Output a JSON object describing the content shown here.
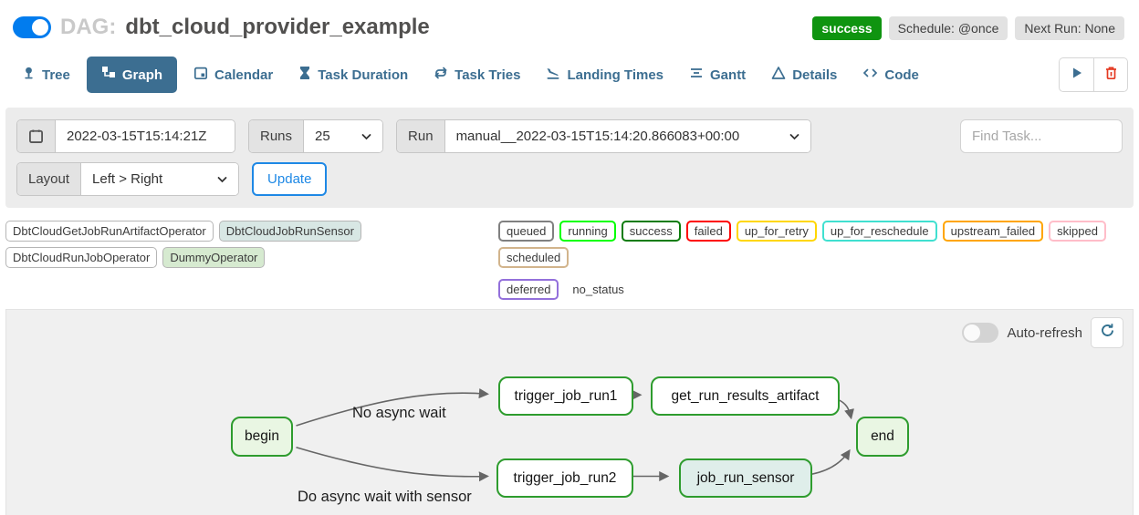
{
  "colors": {
    "accent_blue": "#017cee",
    "tab_blue": "#3c6e91",
    "update_blue": "#1e88e5",
    "success_green": "#0f9410",
    "node_border_green": "#2e9c2e",
    "trash_red": "#e43921",
    "edge_gray": "#666666",
    "canvas_bg": "#f0f0f0",
    "panel_bg": "#ececec"
  },
  "icons": [
    "dag-pause-toggle",
    "tree-icon",
    "graph-icon",
    "calendar-icon",
    "hourglass-icon",
    "repeat-icon",
    "plane-landing-icon",
    "gantt-icon",
    "details-icon",
    "code-icon",
    "play-icon",
    "trash-icon",
    "chevron-down-icon",
    "refresh-icon",
    "auto-refresh-toggle"
  ],
  "header": {
    "dag_prefix": "DAG:",
    "dag_name": "dbt_cloud_provider_example",
    "badges": {
      "status": "success",
      "schedule": "Schedule: @once",
      "next_run": "Next Run: None"
    }
  },
  "tabs": [
    {
      "label": "Tree",
      "active": false
    },
    {
      "label": "Graph",
      "active": true
    },
    {
      "label": "Calendar",
      "active": false
    },
    {
      "label": "Task Duration",
      "active": false
    },
    {
      "label": "Task Tries",
      "active": false
    },
    {
      "label": "Landing Times",
      "active": false
    },
    {
      "label": "Gantt",
      "active": false
    },
    {
      "label": "Details",
      "active": false
    },
    {
      "label": "Code",
      "active": false
    }
  ],
  "filters": {
    "base_date_value": "2022-03-15T15:14:21Z",
    "runs_label": "Runs",
    "runs_value": "25",
    "run_label": "Run",
    "run_value": "manual__2022-03-15T15:14:20.866083+00:00",
    "find_task_placeholder": "Find Task...",
    "layout_label": "Layout",
    "layout_value": "Left > Right",
    "update_button": "Update"
  },
  "legend": {
    "operators": [
      {
        "label": "DbtCloudGetJobRunArtifactOperator",
        "color": "#ffffff"
      },
      {
        "label": "DbtCloudJobRunSensor",
        "color": "#d8e7e4"
      },
      {
        "label": "DbtCloudRunJobOperator",
        "color": "#ffffff"
      },
      {
        "label": "DummyOperator",
        "color": "#d6ead0"
      }
    ],
    "statuses": [
      {
        "label": "queued",
        "border": "#808080"
      },
      {
        "label": "running",
        "border": "#00ff00"
      },
      {
        "label": "success",
        "border": "#0b7c0b"
      },
      {
        "label": "failed",
        "border": "#fe0000"
      },
      {
        "label": "up_for_retry",
        "border": "#ffd700"
      },
      {
        "label": "up_for_reschedule",
        "border": "#40e0d0"
      },
      {
        "label": "upstream_failed",
        "border": "#ffa500"
      },
      {
        "label": "skipped",
        "border": "#ffbdc9"
      },
      {
        "label": "scheduled",
        "border": "#d2b48c"
      },
      {
        "label": "deferred",
        "border": "#9370db"
      },
      {
        "label": "no_status",
        "border": "transparent"
      }
    ]
  },
  "canvas": {
    "auto_refresh_label": "Auto-refresh",
    "nodes": [
      {
        "label": "begin",
        "fill": "#e9f6e3"
      },
      {
        "label": "trigger_job_run1",
        "fill": "#ffffff"
      },
      {
        "label": "get_run_results_artifact",
        "fill": "#ffffff"
      },
      {
        "label": "trigger_job_run2",
        "fill": "#ffffff"
      },
      {
        "label": "job_run_sensor",
        "fill": "#dfeeea"
      },
      {
        "label": "end",
        "fill": "#e9f6e3"
      }
    ],
    "edge_labels": [
      "No async wait",
      "Do async wait with sensor"
    ]
  }
}
